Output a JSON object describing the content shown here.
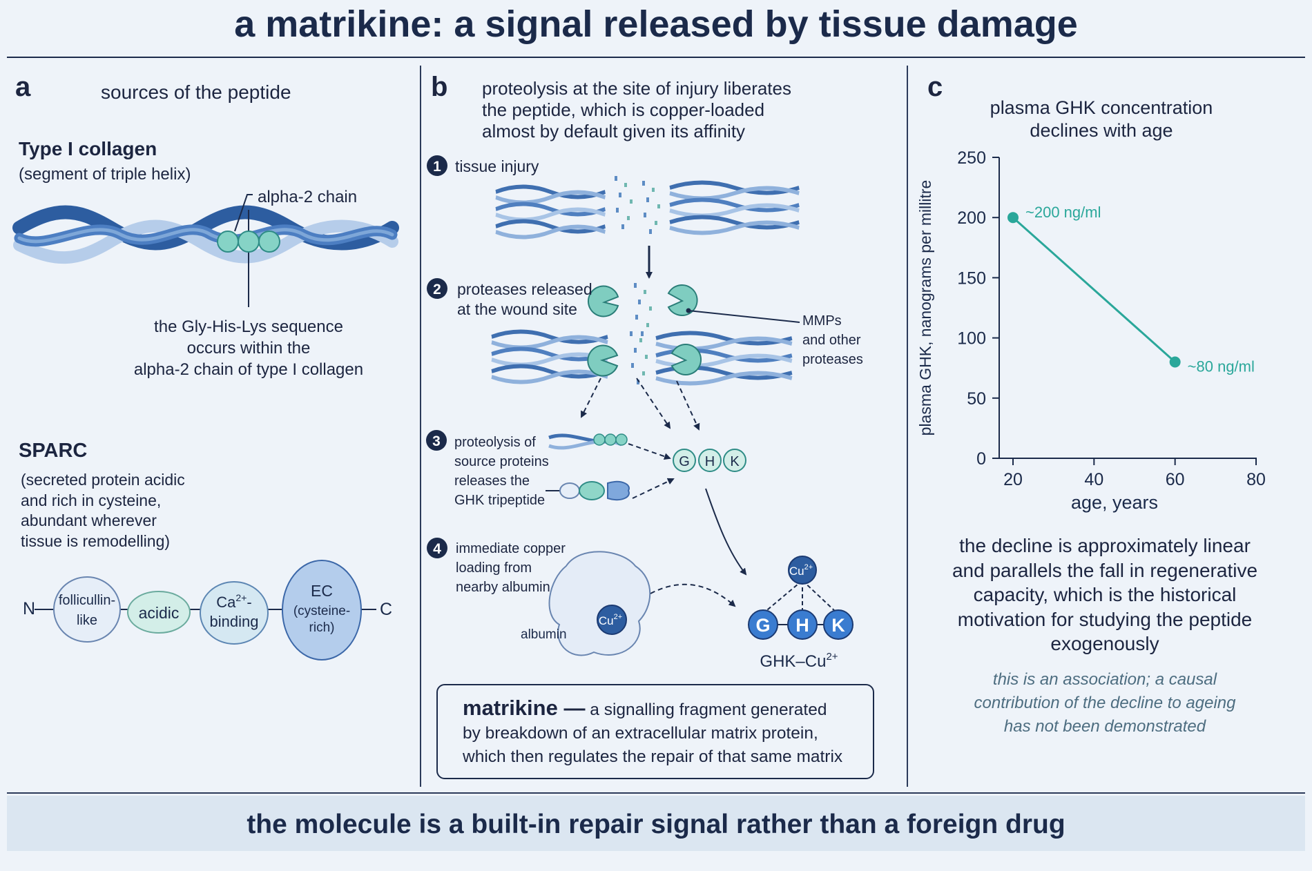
{
  "title": "a matrikine: a signal released by tissue damage",
  "footer": "the molecule is a built-in repair signal rather than a foreign drug",
  "colors": {
    "navy": "#1b2a4a",
    "teal": "#2aa79a",
    "blue": "#3b6fb3",
    "light_blue": "#bcd3ee",
    "mint": "#8fd6c8",
    "footer_bg": "#dbe6f1"
  },
  "panel_a": {
    "letter": "a",
    "heading": "sources of the peptide",
    "collagen_title": "Type I collagen",
    "collagen_sub": "(segment of triple helix)",
    "alpha_label": "alpha-2 chain",
    "ghk_note": [
      "the Gly-His-Lys sequence",
      "occurs within the",
      "alpha-2 chain of type I collagen"
    ],
    "sparc_title": "SPARC",
    "sparc_desc": [
      "(secreted protein acidic",
      "and rich in cysteine,",
      "abundant wherever",
      "tissue is remodelling)"
    ],
    "domains": {
      "n_term": "N",
      "c_term": "C",
      "follistatin": [
        "follicullin-",
        "like"
      ],
      "acidic": "acidic",
      "ca": "Ca",
      "ca_sup": "2+",
      "ca_dash": "-",
      "ca_binding": "binding",
      "ec": "EC",
      "ec_sub": [
        "(cysteine-",
        "rich)"
      ]
    }
  },
  "panel_b": {
    "letter": "b",
    "heading": [
      "proteolysis at the site of injury liberates",
      "the peptide, which is copper-loaded",
      "almost by default given its affinity"
    ],
    "steps": [
      {
        "num": "1",
        "label": [
          "tissue injury"
        ]
      },
      {
        "num": "2",
        "label": [
          "proteases released",
          "at the wound site"
        ]
      },
      {
        "num": "3",
        "label": [
          "proteolysis of",
          "source proteins",
          "releases the",
          "GHK tripeptide"
        ]
      },
      {
        "num": "4",
        "label": [
          "immediate copper",
          "loading from",
          "nearby albumin"
        ]
      }
    ],
    "proteases_label": [
      "MMPs",
      "and other",
      "proteases"
    ],
    "ghk": [
      "G",
      "H",
      "K"
    ],
    "cu": "Cu",
    "cu_sup": "2+",
    "albumin": "albumin",
    "complex_label": "GHK–Cu",
    "complex_sup": "2+",
    "matrikine_term": "matrikine —",
    "matrikine_def": [
      "a signalling fragment generated",
      "by breakdown of an extracellular matrix protein,",
      "which then regulates the repair of that same matrix"
    ]
  },
  "panel_c": {
    "letter": "c",
    "note": [
      "the decline is approximately linear",
      "and parallels the fall in regenerative",
      "capacity, which is the historical",
      "motivation for studying the peptide",
      "exogenously"
    ],
    "caveat": [
      "this is an association; a causal",
      "contribution of the decline to ageing",
      "has not been demonstrated"
    ]
  },
  "chart_data": {
    "type": "line",
    "title": [
      "plasma GHK concentration",
      "declines with age"
    ],
    "xlabel": "age, years",
    "ylabel": "plasma GHK, nanograms per millitre",
    "xlim": [
      20,
      80
    ],
    "ylim": [
      0,
      250
    ],
    "xticks": [
      20,
      40,
      60,
      80
    ],
    "yticks": [
      0,
      50,
      100,
      150,
      200,
      250
    ],
    "grid": false,
    "series": [
      {
        "x": [
          20,
          60
        ],
        "y": [
          200,
          80
        ],
        "labels": [
          "~200 ng/ml",
          "~80 ng/ml"
        ]
      }
    ]
  }
}
